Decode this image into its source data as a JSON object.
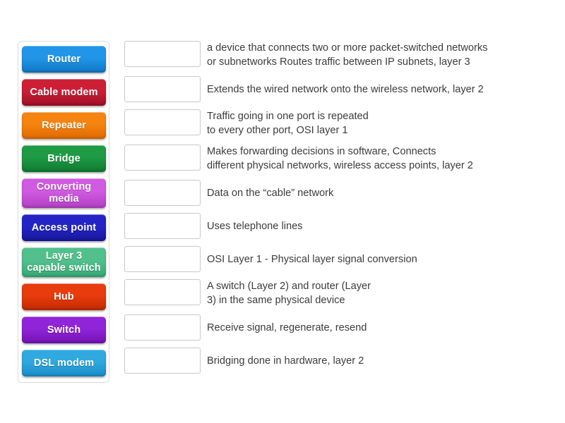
{
  "activity": {
    "type": "match-up-drag-and-drop",
    "tile_panel": {
      "name": "draggable-terms",
      "tiles": [
        {
          "label": "Router",
          "color": "#2196e8",
          "color_dark": "#1278c4"
        },
        {
          "label": "Cable modem",
          "color": "#cc1f35",
          "color_dark": "#9e0f24"
        },
        {
          "label": "Repeater",
          "color": "#f58410",
          "color_dark": "#e06a00"
        },
        {
          "label": "Bridge",
          "color": "#1f9b45",
          "color_dark": "#0f7a30"
        },
        {
          "label": "Converting\nmedia",
          "color": "#d05ae0",
          "color_dark": "#b13fc4"
        },
        {
          "label": "Access point",
          "color": "#2424c6",
          "color_dark": "#17179b"
        },
        {
          "label": "Layer 3\ncapable switch",
          "color": "#52c08c",
          "color_dark": "#35a873"
        },
        {
          "label": "Hub",
          "color": "#e83c0c",
          "color_dark": "#c22a00"
        },
        {
          "label": "Switch",
          "color": "#9024d8",
          "color_dark": "#7413b4"
        },
        {
          "label": "DSL modem",
          "color": "#30a8e0",
          "color_dark": "#1a8cc8"
        }
      ]
    },
    "answers": [
      {
        "drop_placeholder": "",
        "text": "a device that connects two or more packet-switched networks\nor subnetworks Routes traffic between IP subnets, layer 3",
        "lines": 2
      },
      {
        "drop_placeholder": "",
        "text": "Extends the wired network onto the wireless network, layer 2",
        "lines": 1
      },
      {
        "drop_placeholder": "",
        "text": "Traffic going in one port is repeated\nto every other port, OSI layer 1",
        "lines": 2
      },
      {
        "drop_placeholder": "",
        "text": "Makes forwarding decisions in software, Connects\ndifferent physical networks, wireless access points, layer 2",
        "lines": 2
      },
      {
        "drop_placeholder": "",
        "text": "Data on the “cable” network",
        "lines": 1
      },
      {
        "drop_placeholder": "",
        "text": "Uses telephone lines",
        "lines": 1
      },
      {
        "drop_placeholder": "",
        "text": "OSI Layer 1 - Physical layer signal conversion",
        "lines": 1
      },
      {
        "drop_placeholder": "",
        "text": "A switch (Layer 2) and router (Layer\n3) in the same physical device",
        "lines": 2
      },
      {
        "drop_placeholder": "",
        "text": "Receive signal, regenerate, resend",
        "lines": 1
      },
      {
        "drop_placeholder": "",
        "text": "Bridging done in hardware, layer 2",
        "lines": 1
      }
    ],
    "colors": {
      "background": "#ffffff",
      "text": "#3c3c3c",
      "drop_zone_border": "#c9c9c9",
      "panel_border": "#dcdcdc"
    }
  }
}
